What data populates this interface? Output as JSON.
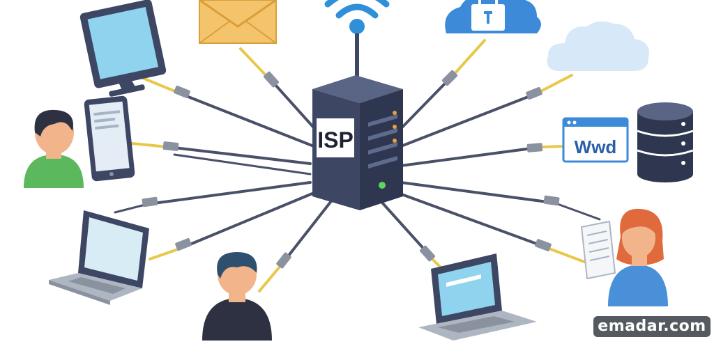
{
  "hub": {
    "label": "ISP"
  },
  "browser_window": {
    "text": "Wwd"
  },
  "watermark": {
    "text": "emadar.com"
  },
  "colors": {
    "cable": "#4a5068",
    "cable_near": "#e8c84a",
    "server": "#3d4763",
    "server_light": "#5a6585",
    "envelope": "#f4c46c",
    "wifi": "#2f8fd8",
    "cloud_blue": "#3c8ad8",
    "cloud_light": "#d7e8f8",
    "person_green": "#5cb85c",
    "person_blue": "#4a90d9",
    "person_dark": "#2d3142",
    "hair_orange": "#e06a3c",
    "screen": "#8fd3ee"
  },
  "icons": [
    "desktop-monitor-icon",
    "envelope-icon",
    "wifi-icon",
    "cloud-lock-icon",
    "cloud-icon",
    "person-green-icon",
    "tablet-icon",
    "browser-window-icon",
    "database-icon",
    "laptop-left-icon",
    "person-dark-icon",
    "laptop-bottom-icon",
    "document-icon",
    "person-orange-hair-icon",
    "isp-server-icon"
  ]
}
